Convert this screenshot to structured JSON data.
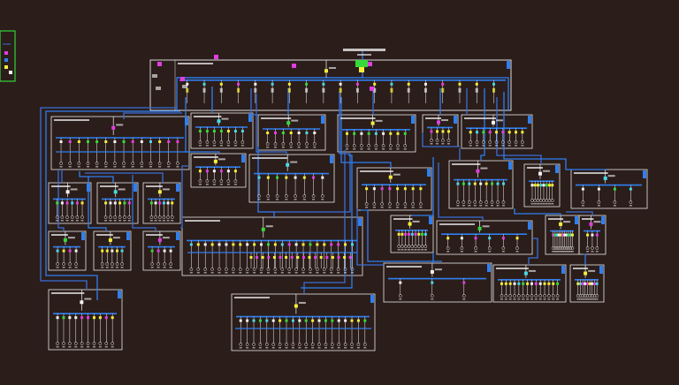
{
  "colors": {
    "background": "#2b1d1a",
    "panel_border": "#e8e8e8",
    "bus": "#2f7ff0",
    "feeder": "#3a6fd8",
    "text": "#e0e0e0",
    "yellow": "#f4ee3a",
    "magenta": "#e23ce2",
    "green": "#36d93a",
    "cyan": "#48d8e8",
    "white": "#f2f2f2",
    "legend_border": "#35d23a"
  },
  "diagram": {
    "title": "",
    "boxes": [
      {
        "id": "main-switchboard",
        "kind": "main",
        "pins": 19
      },
      {
        "id": "panel-left-large",
        "kind": "large",
        "pins": 14
      },
      {
        "id": "panel-a1",
        "kind": "small",
        "pins": 6
      },
      {
        "id": "panel-a2",
        "kind": "small",
        "pins": 6
      },
      {
        "id": "panel-a3",
        "kind": "small",
        "pins": 6
      },
      {
        "id": "panel-b1",
        "kind": "small",
        "pins": 4
      },
      {
        "id": "panel-b2",
        "kind": "small",
        "pins": 5
      },
      {
        "id": "panel-b3",
        "kind": "small",
        "pins": 4
      },
      {
        "id": "panel-bottom-left",
        "kind": "medium",
        "pins": 10
      },
      {
        "id": "panel-c1",
        "kind": "medium",
        "pins": 7
      },
      {
        "id": "panel-c2",
        "kind": "medium",
        "pins": 6
      },
      {
        "id": "panel-c3",
        "kind": "medium",
        "pins": 7
      },
      {
        "id": "panel-c4",
        "kind": "medium",
        "pins": 9
      },
      {
        "id": "panel-c5",
        "kind": "medium",
        "pins": 4
      },
      {
        "id": "panel-c6",
        "kind": "medium",
        "pins": 9
      },
      {
        "id": "panel-d1",
        "kind": "medium",
        "pins": 8
      },
      {
        "id": "panel-d2",
        "kind": "medium",
        "pins": 8
      },
      {
        "id": "panel-center-large",
        "kind": "large",
        "pins": 24
      },
      {
        "id": "panel-bottom-center",
        "kind": "large",
        "pins": 20
      },
      {
        "id": "panel-e1",
        "kind": "medium",
        "pins": 9
      },
      {
        "id": "panel-e2",
        "kind": "medium",
        "pins": 8
      },
      {
        "id": "panel-e3",
        "kind": "medium",
        "pins": 4
      },
      {
        "id": "panel-e4",
        "kind": "medium",
        "pins": 9
      },
      {
        "id": "panel-f1",
        "kind": "medium",
        "pins": 6
      },
      {
        "id": "panel-f2",
        "kind": "medium",
        "pins": 11
      },
      {
        "id": "panel-f3",
        "kind": "small",
        "pins": 3
      },
      {
        "id": "panel-f4",
        "kind": "small",
        "pins": 3
      },
      {
        "id": "panel-g1",
        "kind": "medium",
        "pins": 14
      },
      {
        "id": "panel-g2",
        "kind": "medium",
        "pins": 9
      },
      {
        "id": "panel-g3",
        "kind": "small",
        "pins": 4
      }
    ]
  }
}
